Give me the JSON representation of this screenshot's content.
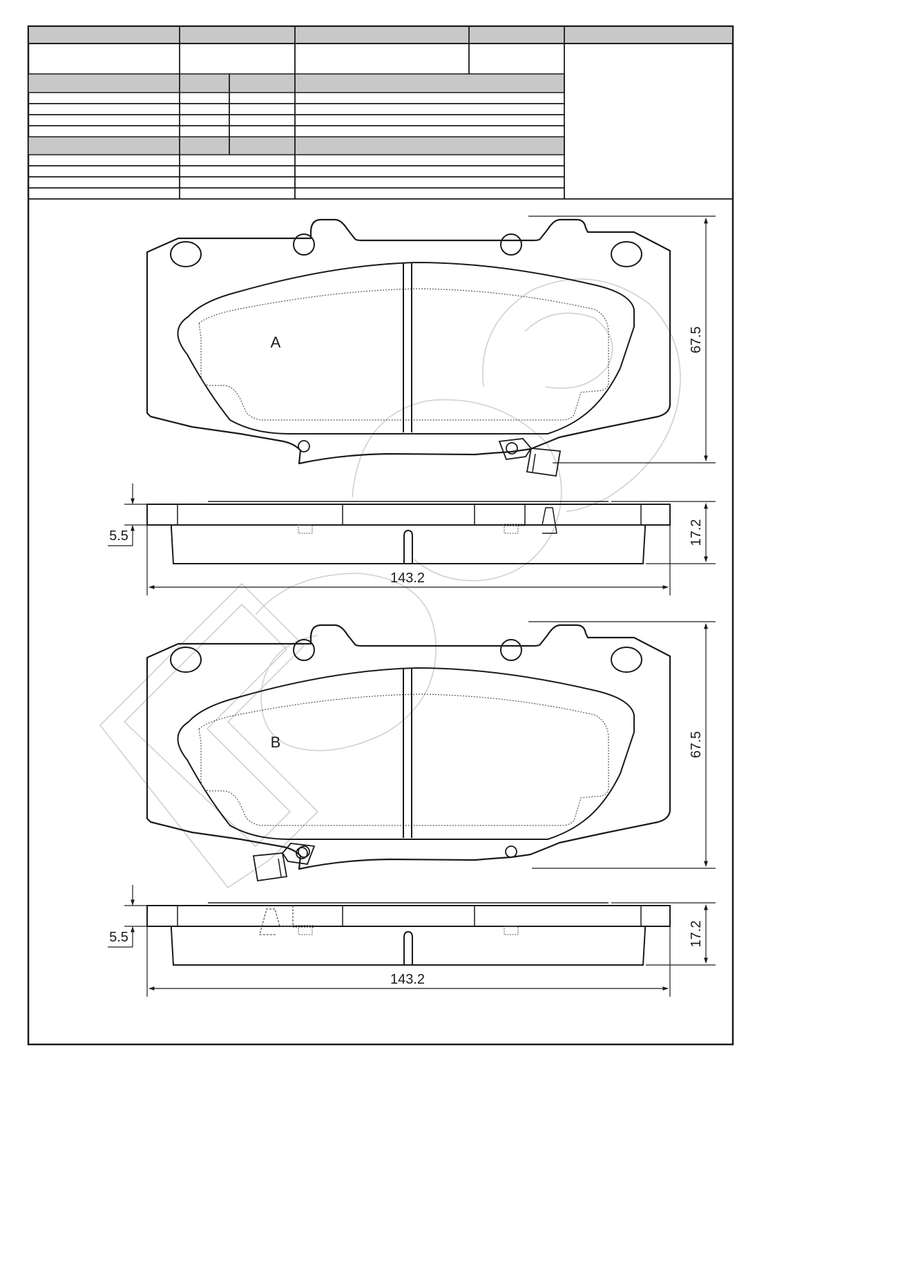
{
  "labels": {
    "pad_a": "A",
    "pad_b": "B"
  },
  "dimensions": {
    "height": "67.5",
    "width": "143.2",
    "thickness": "17.2",
    "backplate": "5.5"
  },
  "colors": {
    "line": "#1a1a1a",
    "header_fill": "#c8c8c8",
    "dotted": "#555555",
    "watermark": "#d0d0d0"
  }
}
